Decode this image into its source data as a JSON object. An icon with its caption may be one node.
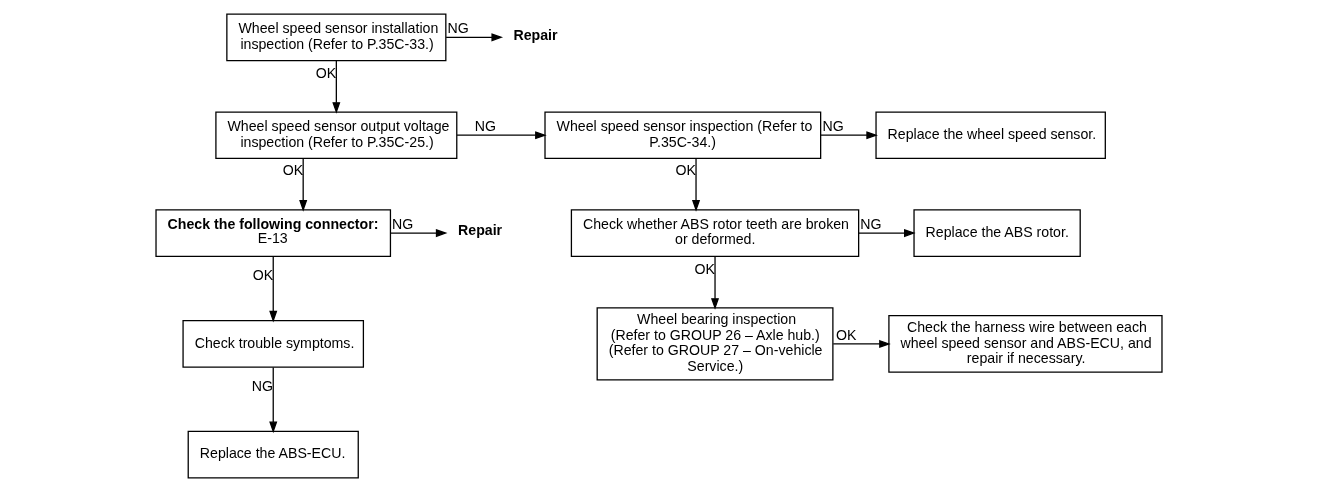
{
  "diagram": {
    "nodes": [
      {
        "text": [
          "Wheel speed sensor installation inspection (Refer to P.35C-33.)"
        ]
      },
      {
        "text": [
          "Repair"
        ]
      },
      {
        "text": [
          "Wheel speed sensor output voltage inspection (Refer to P.35C-25.)"
        ]
      },
      {
        "text": [
          "Wheel speed sensor inspection (Refer to P.35C-34.)"
        ]
      },
      {
        "text": [
          "Replace the wheel speed sensor."
        ]
      },
      {
        "text": [
          "Check the following connector:",
          "E-13"
        ]
      },
      {
        "text": [
          "Repair"
        ]
      },
      {
        "text": [
          "Check trouble symptoms."
        ]
      },
      {
        "text": [
          "Replace the ABS-ECU."
        ]
      },
      {
        "text": [
          "Check whether ABS rotor teeth are broken or deformed."
        ]
      },
      {
        "text": [
          "Replace the ABS rotor."
        ]
      },
      {
        "text": [
          "Wheel bearing inspection",
          "(Refer to GROUP 26 – Axle hub.)",
          "(Refer to GROUP 27 – On-vehicle Service.)"
        ]
      },
      {
        "text": [
          "Check the harness wire between each wheel speed sensor and ABS-ECU, and repair if necessary."
        ]
      }
    ],
    "edges": [
      {
        "from": 0,
        "to": 1,
        "arrow": "to",
        "label": "NG"
      },
      {
        "from": 0,
        "to": 2,
        "arrow": "to",
        "label": "OK"
      },
      {
        "from": 2,
        "to": 3,
        "arrow": "to",
        "label": "NG"
      },
      {
        "from": 3,
        "to": 4,
        "arrow": "to",
        "label": "NG"
      },
      {
        "from": 2,
        "to": 5,
        "arrow": "to",
        "label": "OK"
      },
      {
        "from": 5,
        "to": 6,
        "arrow": "to",
        "label": "NG"
      },
      {
        "from": 5,
        "to": 7,
        "arrow": "to",
        "label": "OK"
      },
      {
        "from": 7,
        "to": 8,
        "arrow": "to",
        "label": "NG"
      },
      {
        "from": 3,
        "to": 9,
        "arrow": "to",
        "label": "OK"
      },
      {
        "from": 9,
        "to": 10,
        "arrow": "to",
        "label": "NG"
      },
      {
        "from": 9,
        "to": 11,
        "arrow": "to",
        "label": "OK"
      },
      {
        "from": 11,
        "to": 12,
        "arrow": "to",
        "label": "OK"
      }
    ]
  }
}
